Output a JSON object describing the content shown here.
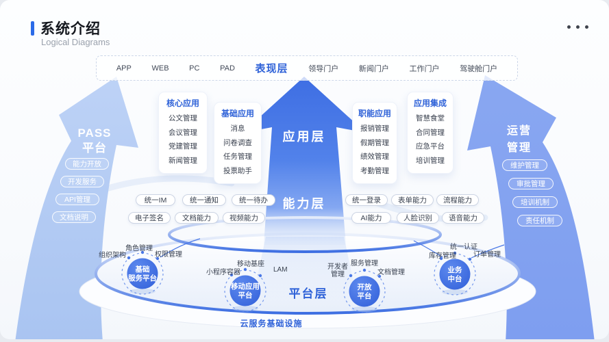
{
  "header": {
    "title": "系统介绍",
    "subtitle": "Logical Diagrams"
  },
  "top_bar": {
    "items": [
      {
        "label": "APP"
      },
      {
        "label": "WEB"
      },
      {
        "label": "PC"
      },
      {
        "label": "PAD"
      },
      {
        "label": "表现层",
        "highlight": true
      },
      {
        "label": "领导门户"
      },
      {
        "label": "新闻门户"
      },
      {
        "label": "工作门户"
      },
      {
        "label": "驾驶舱门户"
      }
    ]
  },
  "layers": {
    "application": "应用层",
    "capability": "能力层",
    "platform": "平台层",
    "infrastructure": "云服务基础设施"
  },
  "left_arrow": {
    "line1": "PASS",
    "line2": "平台",
    "pills": [
      "能力开放",
      "开发服务",
      "API管理",
      "文档说明"
    ]
  },
  "right_arrow": {
    "line1": "运营",
    "line2": "管理",
    "pills": [
      "维护管理",
      "审批管理",
      "培训机制",
      "责任机制"
    ]
  },
  "app_cards": [
    {
      "title": "核心应用",
      "items": [
        "公文管理",
        "会议管理",
        "党建管理",
        "新闻管理"
      ]
    },
    {
      "title": "基础应用",
      "items": [
        "消息",
        "问卷调查",
        "任务管理",
        "投票助手"
      ]
    },
    {
      "title": "职能应用",
      "items": [
        "报销管理",
        "假期管理",
        "绩效管理",
        "考勤管理"
      ]
    },
    {
      "title": "应用集成",
      "items": [
        "智慧食堂",
        "合同管理",
        "应急平台",
        "培训管理"
      ]
    }
  ],
  "capability_pills": {
    "left": [
      [
        "统一IM",
        "统一通知",
        "统一待办"
      ],
      [
        "电子签名",
        "文档能力",
        "视频能力"
      ]
    ],
    "right": [
      [
        "统一登录",
        "表单能力",
        "流程能力"
      ],
      [
        "AI能力",
        "人脸识别",
        "语音能力"
      ]
    ]
  },
  "platforms": [
    {
      "line1": "基础",
      "line2": "服务平台",
      "labels": [
        "组织架构",
        "角色管理",
        "权限管理"
      ]
    },
    {
      "line1": "移动应用",
      "line2": "平台",
      "labels": [
        "小程序容器",
        "移动基座",
        "LAM"
      ]
    },
    {
      "line1": "开放",
      "line2": "平台",
      "labels": [
        "开发者管理",
        "服务管理",
        "文档管理"
      ]
    },
    {
      "line1": "业务",
      "line2": "中台",
      "labels": [
        "库存管理",
        "统一认证",
        "订单管理"
      ]
    }
  ],
  "colors": {
    "accent": "#2b6be8",
    "arrow_blue": "#4a7ae8",
    "side_arrow_light": "#b0c9f3",
    "side_arrow_medium": "#7e9ef0",
    "label_blue": "#2f62d8"
  }
}
